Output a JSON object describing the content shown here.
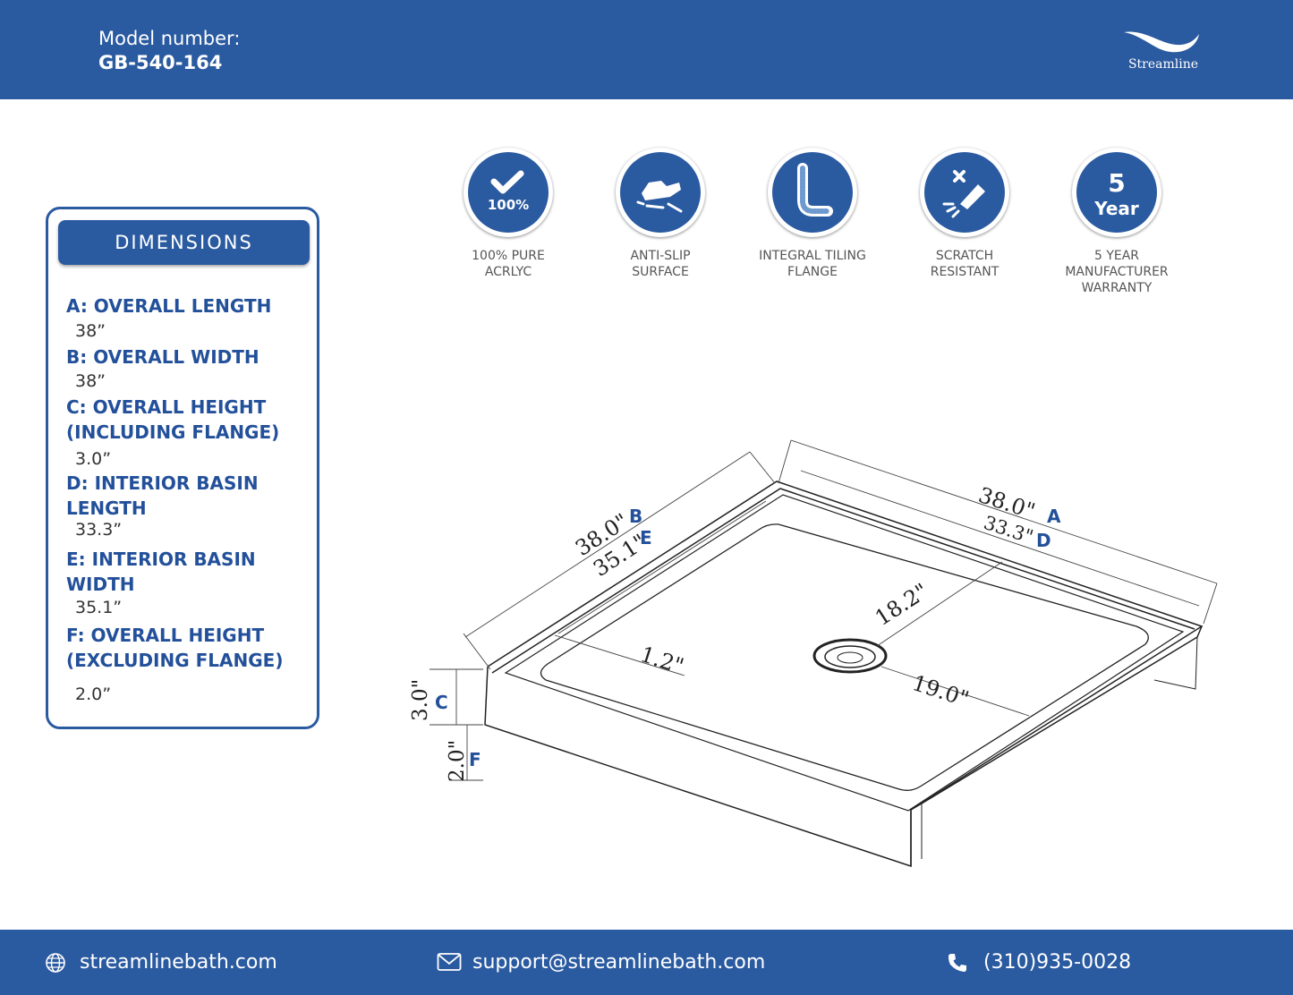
{
  "header": {
    "model_label": "Model number:",
    "model_number": "GB-540-164",
    "brand": "Streamline",
    "background": "#2a5aa0"
  },
  "dimensions": {
    "title": "DIMENSIONS",
    "items": [
      {
        "label_lines": [
          "A: OVERALL LENGTH"
        ],
        "value": "38”"
      },
      {
        "label_lines": [
          "B: OVERALL WIDTH"
        ],
        "value": "38”"
      },
      {
        "label_lines": [
          "C: OVERALL HEIGHT",
          "(INCLUDING FLANGE)"
        ],
        "value": "3.0”"
      },
      {
        "label_lines": [
          "D: INTERIOR BASIN",
          "LENGTH"
        ],
        "value": "33.3”"
      },
      {
        "label_lines": [
          "E: INTERIOR BASIN",
          "WIDTH"
        ],
        "value": "35.1”"
      },
      {
        "label_lines": [
          "F: OVERALL HEIGHT",
          "(EXCLUDING FLANGE)"
        ],
        "value": "2.0”"
      }
    ]
  },
  "features": [
    {
      "icon": "checkmark-100-icon",
      "badge": "100%",
      "caption": "100% PURE\nACRLYC"
    },
    {
      "icon": "anti-slip-shoe-icon",
      "badge": "",
      "caption": "ANTI-SLIP\nSURFACE"
    },
    {
      "icon": "tiling-flange-icon",
      "badge": "",
      "caption": "INTEGRAL TILING\nFLANGE"
    },
    {
      "icon": "scratch-resistant-icon",
      "badge": "",
      "caption": "SCRATCH\nRESISTANT"
    },
    {
      "icon": "warranty-5-year-icon",
      "badge": "5",
      "badge_sub": "Year",
      "caption": "5 YEAR\nMANUFACTURER\nWARRANTY"
    }
  ],
  "drawing": {
    "labels": {
      "a_value": "38.0\"",
      "a_letter": "A",
      "d_value": "33.3\"",
      "d_letter": "D",
      "b_value": "38.0\"",
      "b_letter": "B",
      "e_value": "35.1\"",
      "e_letter": "E",
      "c_value": "3.0\"",
      "c_letter": "C",
      "f_value": "2.0\"",
      "f_letter": "F",
      "drain_depth": "18.2\"",
      "drain_side": "19.0\"",
      "wall": "1.2\""
    }
  },
  "footer": {
    "website": "streamlinebath.com",
    "email": "support@streamlinebath.com",
    "phone": "(310)935-0028"
  },
  "colors": {
    "brand_blue": "#2a5aa0",
    "label_blue": "#23509a"
  }
}
